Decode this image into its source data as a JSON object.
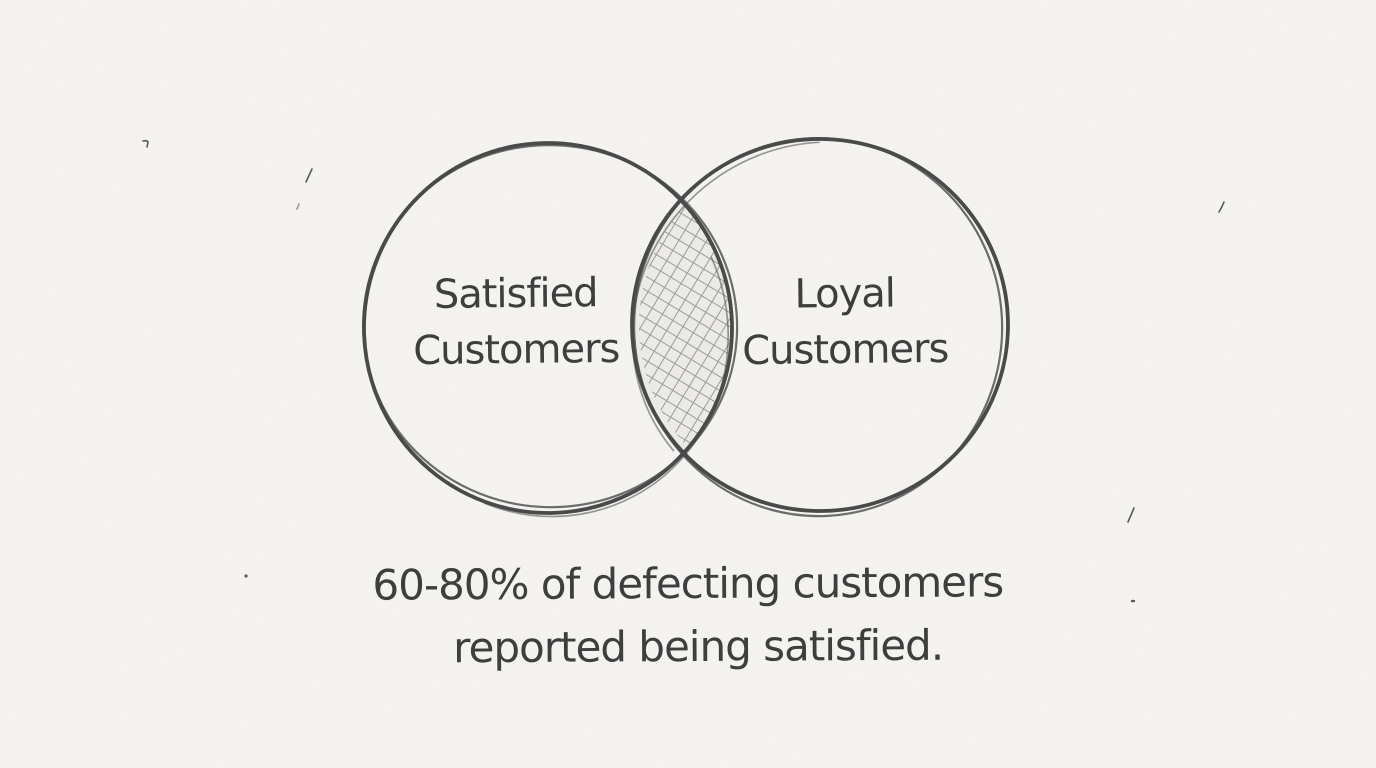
{
  "diagram": {
    "type": "venn-2-circle-sketch",
    "left_circle": {
      "label": "Satisfied Customers",
      "line1": "Satisfied",
      "line2": "Customers"
    },
    "right_circle": {
      "label": "Loyal Customers",
      "line1": "Loyal",
      "line2": "Customers"
    },
    "overlap": {
      "style": "cross-hatched lens",
      "meaning": "customers who are both satisfied and loyal"
    },
    "caption": {
      "full": "60-80% of defecting customers reported being satisfied.",
      "line1": "60-80% of defecting customers",
      "line2": "reported being satisfied."
    }
  },
  "colors": {
    "background": "#f5f4f1",
    "ink": "#4a4a4a",
    "text": "#3e3e3e",
    "hatch_line": "#9b9b9b",
    "lens_fill": "#eceae6"
  }
}
